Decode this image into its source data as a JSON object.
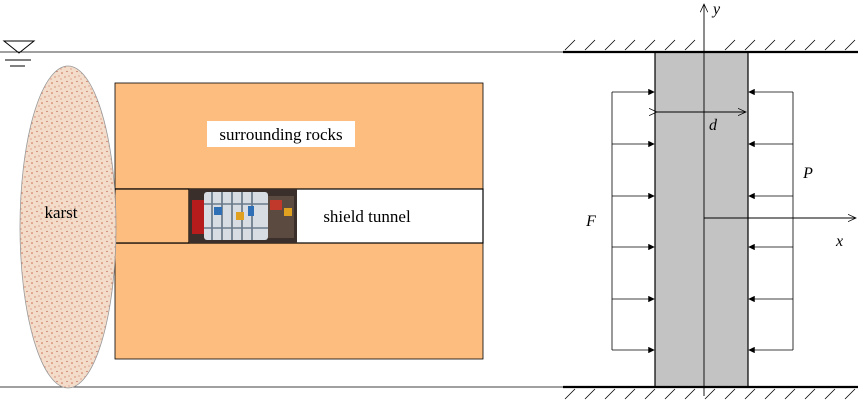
{
  "labels": {
    "karst": "karst",
    "surrounding_rocks": "surrounding rocks",
    "shield_tunnel": "shield tunnel"
  },
  "model": {
    "axis_x": "x",
    "axis_y": "y",
    "width_symbol": "d",
    "force_left": "F",
    "pressure_right": "P"
  },
  "colors": {
    "rock": "#fdbd7f",
    "karst": "#f4dccb",
    "karst_speck": "#c96a4a",
    "plate": "#c3c3c3",
    "line": "#000000"
  },
  "icons": {
    "water_level": "water-table-symbol",
    "machine": "shield-machine-cutter"
  }
}
